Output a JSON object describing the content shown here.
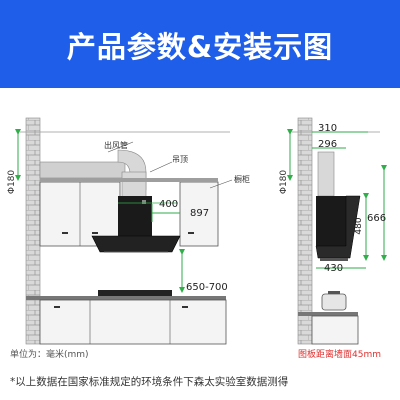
{
  "banner": {
    "title": "产品参数&安装示图"
  },
  "left_view": {
    "labels": {
      "duct": "出风管",
      "ceiling": "吊顶",
      "cabinet": "橱柜"
    },
    "dims": {
      "height": "Φ180",
      "width_400": "400",
      "width_897": "897",
      "install_height": "650-700"
    }
  },
  "right_view": {
    "dims": {
      "depth_310": "310",
      "depth_296": "296",
      "height": "Φ180",
      "h_480": "480",
      "h_666": "666",
      "w_430": "430"
    }
  },
  "notes": {
    "unit": "单位为：毫米(mm)",
    "distance": "图板距离墙面45mm",
    "footnote": "*以上数据在国家标准规定的环境条件下森太实验室数据测得"
  },
  "colors": {
    "banner": "#1f5ee8",
    "dim_green": "#2fae4a",
    "red_note": "#e0302f"
  }
}
